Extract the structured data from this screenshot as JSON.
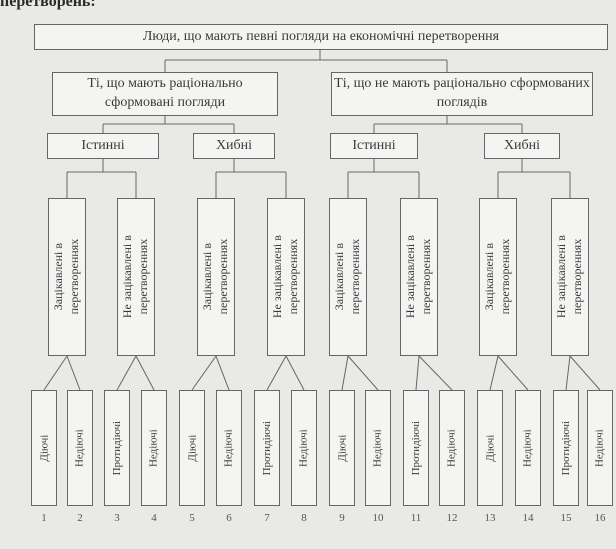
{
  "heading": "перетворень:",
  "root": "Люди, що мають певні погляди на економічні перетворення",
  "level1": [
    "Ті, що мають раціонально сформовані погляди",
    "Ті, що не мають раціонально сформованих поглядів"
  ],
  "level2": [
    "Істинні",
    "Хибні",
    "Істинні",
    "Хибні"
  ],
  "level3": [
    "Зацікавлені в\nперетвореннях",
    "Не зацікавлені в\nперетвореннях",
    "Зацікавлені в\nперетвореннях",
    "Не зацікавлені в\nперетвореннях",
    "Зацікавлені в\nперетвореннях",
    "Не зацікавлені в\nперетвореннях",
    "Зацікавлені в\nперетвореннях",
    "Не зацікавлені в\nперетвореннях"
  ],
  "level4": [
    "Діючі",
    "Недіючі",
    "Протидіючі",
    "Недіючі",
    "Діючі",
    "Недіючі",
    "Протидіючі",
    "Недіючі",
    "Діючі",
    "Недіючі",
    "Протидіючі",
    "Недіючі",
    "Діючі",
    "Недіючі",
    "Протидіючі",
    "Недіючі"
  ],
  "numbers": [
    "1",
    "2",
    "3",
    "4",
    "5",
    "6",
    "7",
    "8",
    "9",
    "10",
    "11",
    "12",
    "13",
    "14",
    "15",
    "16"
  ]
}
